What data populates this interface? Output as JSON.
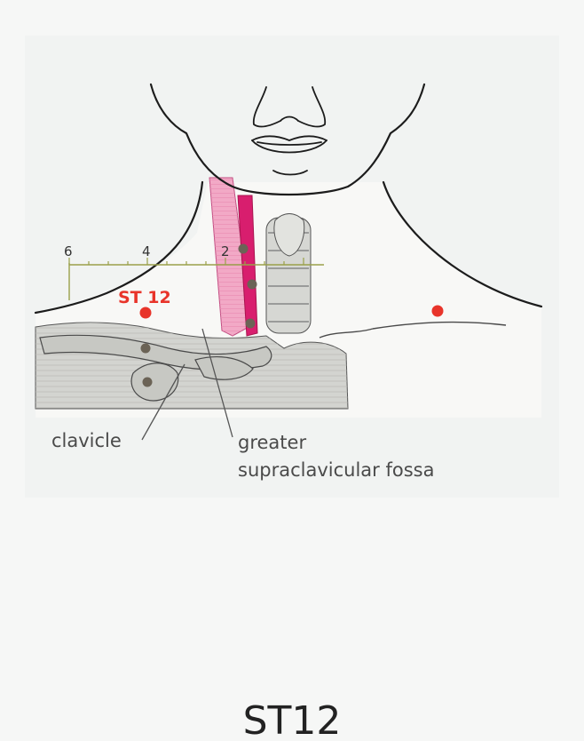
{
  "point_label": "ST 12",
  "ruler": {
    "tick_labels": [
      "6",
      "4",
      "2"
    ]
  },
  "labels": {
    "clavicle": "clavicle",
    "fossa_line1": "greater",
    "fossa_line2": "supraclavicular fossa"
  },
  "caption": "ST12",
  "colors": {
    "acupoint": "#e8342a",
    "muscle_light": "#f2a9c6",
    "muscle_dark": "#d81e6e",
    "bone": "#d3d4d0",
    "outline": "#1c1c1c",
    "marker": "#6b6356"
  }
}
